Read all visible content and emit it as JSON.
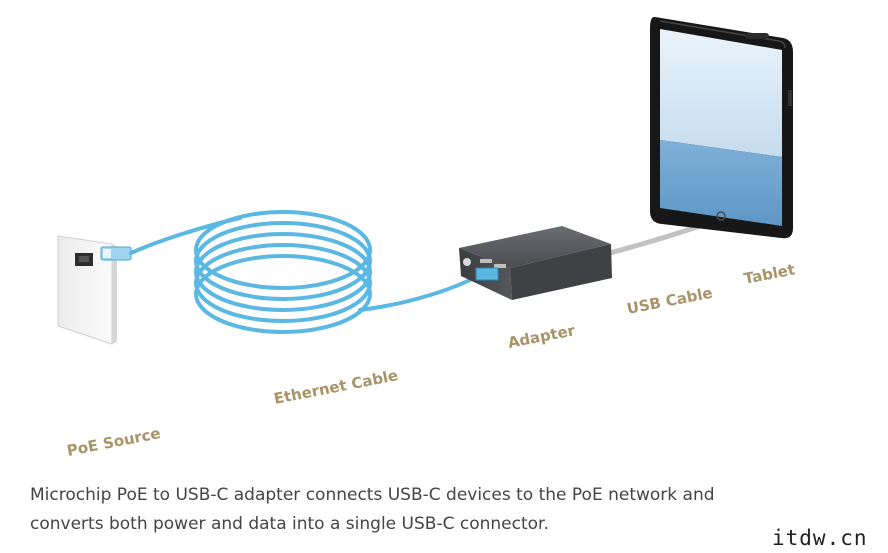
{
  "labels": {
    "poe_source": "PoE Source",
    "ethernet_cable": "Ethernet Cable",
    "adapter": "Adapter",
    "usb_cable": "USB Cable",
    "tablet": "Tablet"
  },
  "caption": {
    "line1": "Microchip PoE to USB-C adapter connects USB-C devices to the PoE network and",
    "line2": "converts both power and data into a single USB-C connector."
  },
  "watermark": "itdw.cn",
  "colors": {
    "cable": "#5ab8e2",
    "label": "#a89468",
    "adapter_body": "#4a4c50",
    "usb_cable": "#c2c2c2",
    "tablet_frame": "#171717",
    "screen_top": "#d9e9f4",
    "screen_bottom": "#6ea4d0"
  }
}
